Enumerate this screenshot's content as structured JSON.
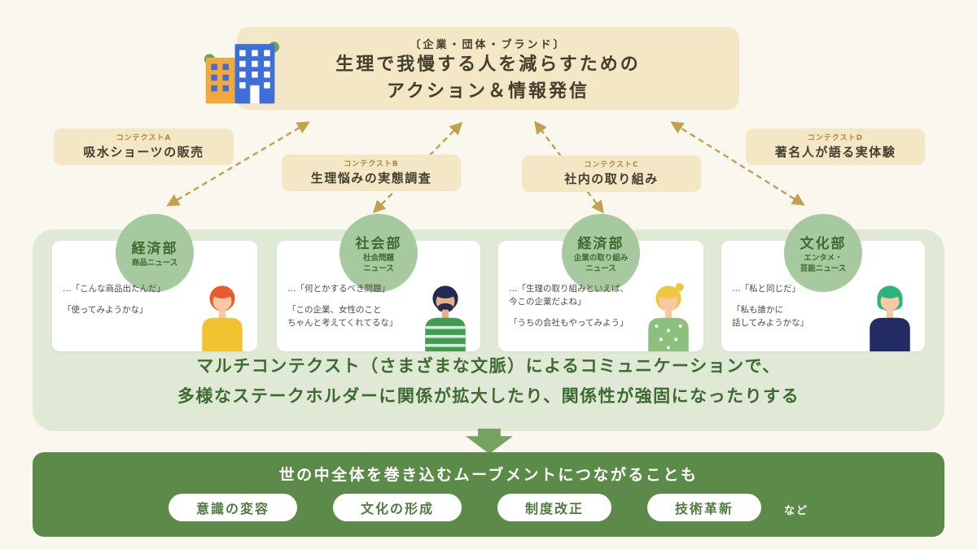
{
  "palette": {
    "bg": "#FAF8EE",
    "beige": "#F3E7C6",
    "gold": "#C2A14E",
    "stage_green": "#DFE9D5",
    "circle_green": "#A6C99F",
    "ink_green": "#3E6B32",
    "deep_green": "#5C8B49",
    "arrow_green": "#76A35F",
    "pill_green": "#4F7C3E",
    "ink": "#443E2D",
    "tag_brown": "#A9873D"
  },
  "top_box": {
    "tag": "〔企業・団体・ブランド〕",
    "line1": "生理で我慢する人を減らすための",
    "line2": "アクション＆情報発信"
  },
  "contexts": [
    {
      "label": "コンテクストA",
      "title": "吸水ショーツの販売"
    },
    {
      "label": "コンテクストB",
      "title": "生理悩みの実態調査"
    },
    {
      "label": "コンテクストC",
      "title": "社内の取り組み"
    },
    {
      "label": "コンテクストD",
      "title": "著名人が語る実体験"
    }
  ],
  "cards": [
    {
      "dept": "経済部",
      "dept_sub": "商品ニュース",
      "quote1": "…「こんな商品出たんだ」",
      "quote2": "「使ってみようかな」",
      "avatar": {
        "hair": "#E85C2B",
        "skin": "#F7C9A3",
        "shirt": "#F1C231"
      }
    },
    {
      "dept": "社会部",
      "dept_sub": "社会問題\nニュース",
      "quote1": "…「何とかするべき問題」",
      "quote2": "「この企業、女性のこと\nちゃんと考えてくれてるな」",
      "avatar": {
        "hair": "#232B55",
        "skin": "#E9B083",
        "shirt": "#3F9C50"
      }
    },
    {
      "dept": "経済部",
      "dept_sub": "企業の取り組み\nニュース",
      "quote1": "…「生理の取り組みといえば、\n今この企業だよね」",
      "quote2": "「うちの会社もやってみよう」",
      "avatar": {
        "hair": "#EFC73E",
        "skin": "#F7C9A3",
        "shirt": "#8BC07E"
      }
    },
    {
      "dept": "文化部",
      "dept_sub": "エンタメ・\n芸能ニュース",
      "quote1": "…「私と同じだ」",
      "quote2": "「私も誰かに\n話してみようかな」",
      "avatar": {
        "hair": "#2EB37C",
        "skin": "#F7C9A3",
        "shirt": "#222B63"
      }
    }
  ],
  "message": {
    "line1": "マルチコンテクスト（さまざまな文脈）によるコミュニケーションで、",
    "line2": "多様なステークホルダーに関係が拡大したり、関係性が強固になったりする"
  },
  "movement": {
    "title": "世の中全体を巻き込むムーブメントにつながることも",
    "pills": [
      "意識の変容",
      "文化の形成",
      "制度改正",
      "技術革新"
    ],
    "suffix": "など"
  }
}
